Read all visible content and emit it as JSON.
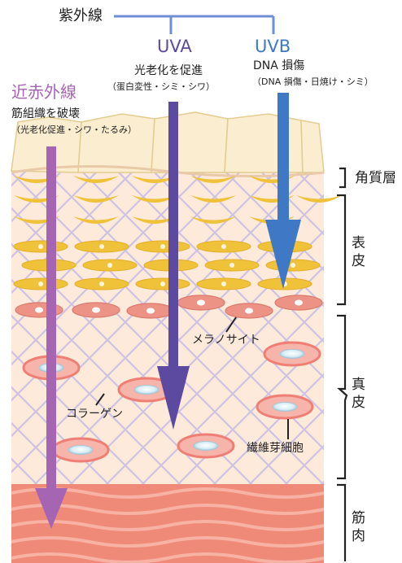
{
  "header": {
    "uv_label": "紫外線"
  },
  "uva": {
    "title": "UVA",
    "desc": "光老化を促進",
    "sub": "（蛋白変性・シミ・シワ）",
    "color": "#5b4aa0"
  },
  "uvb": {
    "title": "UVB",
    "desc": "DNA 損傷",
    "sub": "（DNA 損傷・日焼け・シミ）",
    "color": "#3f78c4"
  },
  "nir": {
    "title": "近赤外線",
    "desc": "筋組織を破壊",
    "sub": "（光老化促進・シワ・たるみ）",
    "color": "#a565b3"
  },
  "layers": {
    "stratum_corneum": "角質層",
    "epidermis_1": "表",
    "epidermis_2": "皮",
    "dermis_1": "真",
    "dermis_2": "皮",
    "muscle_1": "筋",
    "muscle_2": "肉"
  },
  "callouts": {
    "melanocyte": "メラノサイト",
    "collagen": "コラーゲン",
    "fibroblast": "繊維芽細胞"
  },
  "colors": {
    "skin": "#fdeadb",
    "muscle": "#ef8a78",
    "keratinocyte": "#f0c23a",
    "cell": "#f3a195",
    "bracket": "#222222"
  }
}
